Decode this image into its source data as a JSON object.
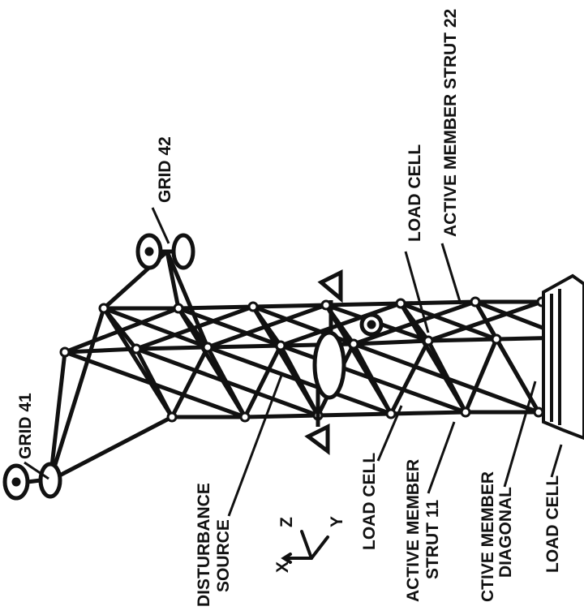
{
  "labels": {
    "grid41": "GRID 41",
    "grid42": "GRID 42",
    "load_cell_top": "LOAD CELL",
    "active_member_strut_22": "ACTIVE MEMBER STRUT 22",
    "disturbance_source_1": "DISTURBANCE",
    "disturbance_source_2": "SOURCE",
    "load_cell_mid": "LOAD CELL",
    "active_member_strut_11_1": "ACTIVE MEMBER",
    "active_member_strut_11_2": "STRUT 11",
    "active_member_diagonal_1": "CTIVE MEMBER",
    "active_member_diagonal_2": "DIAGONAL",
    "load_cell_bottom": "LOAD CELL",
    "axis_x": "X",
    "axis_y": "Y",
    "axis_z": "Z"
  }
}
